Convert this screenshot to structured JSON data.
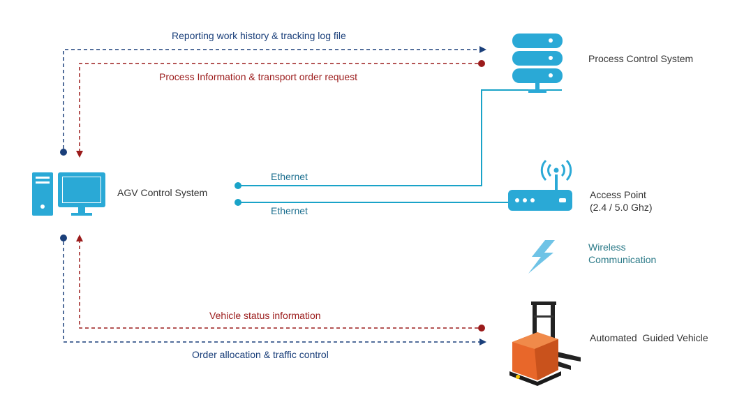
{
  "labels": {
    "reporting": "Reporting work history & tracking log file",
    "process_info": "Process Information & transport order request",
    "process_control": "Process Control System",
    "agv_control": "AGV Control System",
    "ethernet_top": "Ethernet",
    "ethernet_bottom": "Ethernet",
    "access_point_name": "Access Point",
    "access_point_freq": "(2.4 / 5.0 Ghz)",
    "wireless_1": "Wireless",
    "wireless_2": "Communication",
    "vehicle_status": "Vehicle status information",
    "order_allocation": "Order allocation & traffic control",
    "agv": "Automated  Guided Vehicle"
  },
  "colors": {
    "blue_line": "#1a3f7a",
    "red_line": "#9b1b1b",
    "cyan_line": "#1aa3c8",
    "server": "#2aa9d6",
    "vehicle": "#e8672a",
    "lightning": "#6fc3e6"
  },
  "icons": {
    "server": "server-stack-icon",
    "computer": "desktop-computer-icon",
    "access_point": "wifi-router-icon",
    "wireless": "lightning-bolt-icon",
    "vehicle": "forklift-agv-icon"
  }
}
